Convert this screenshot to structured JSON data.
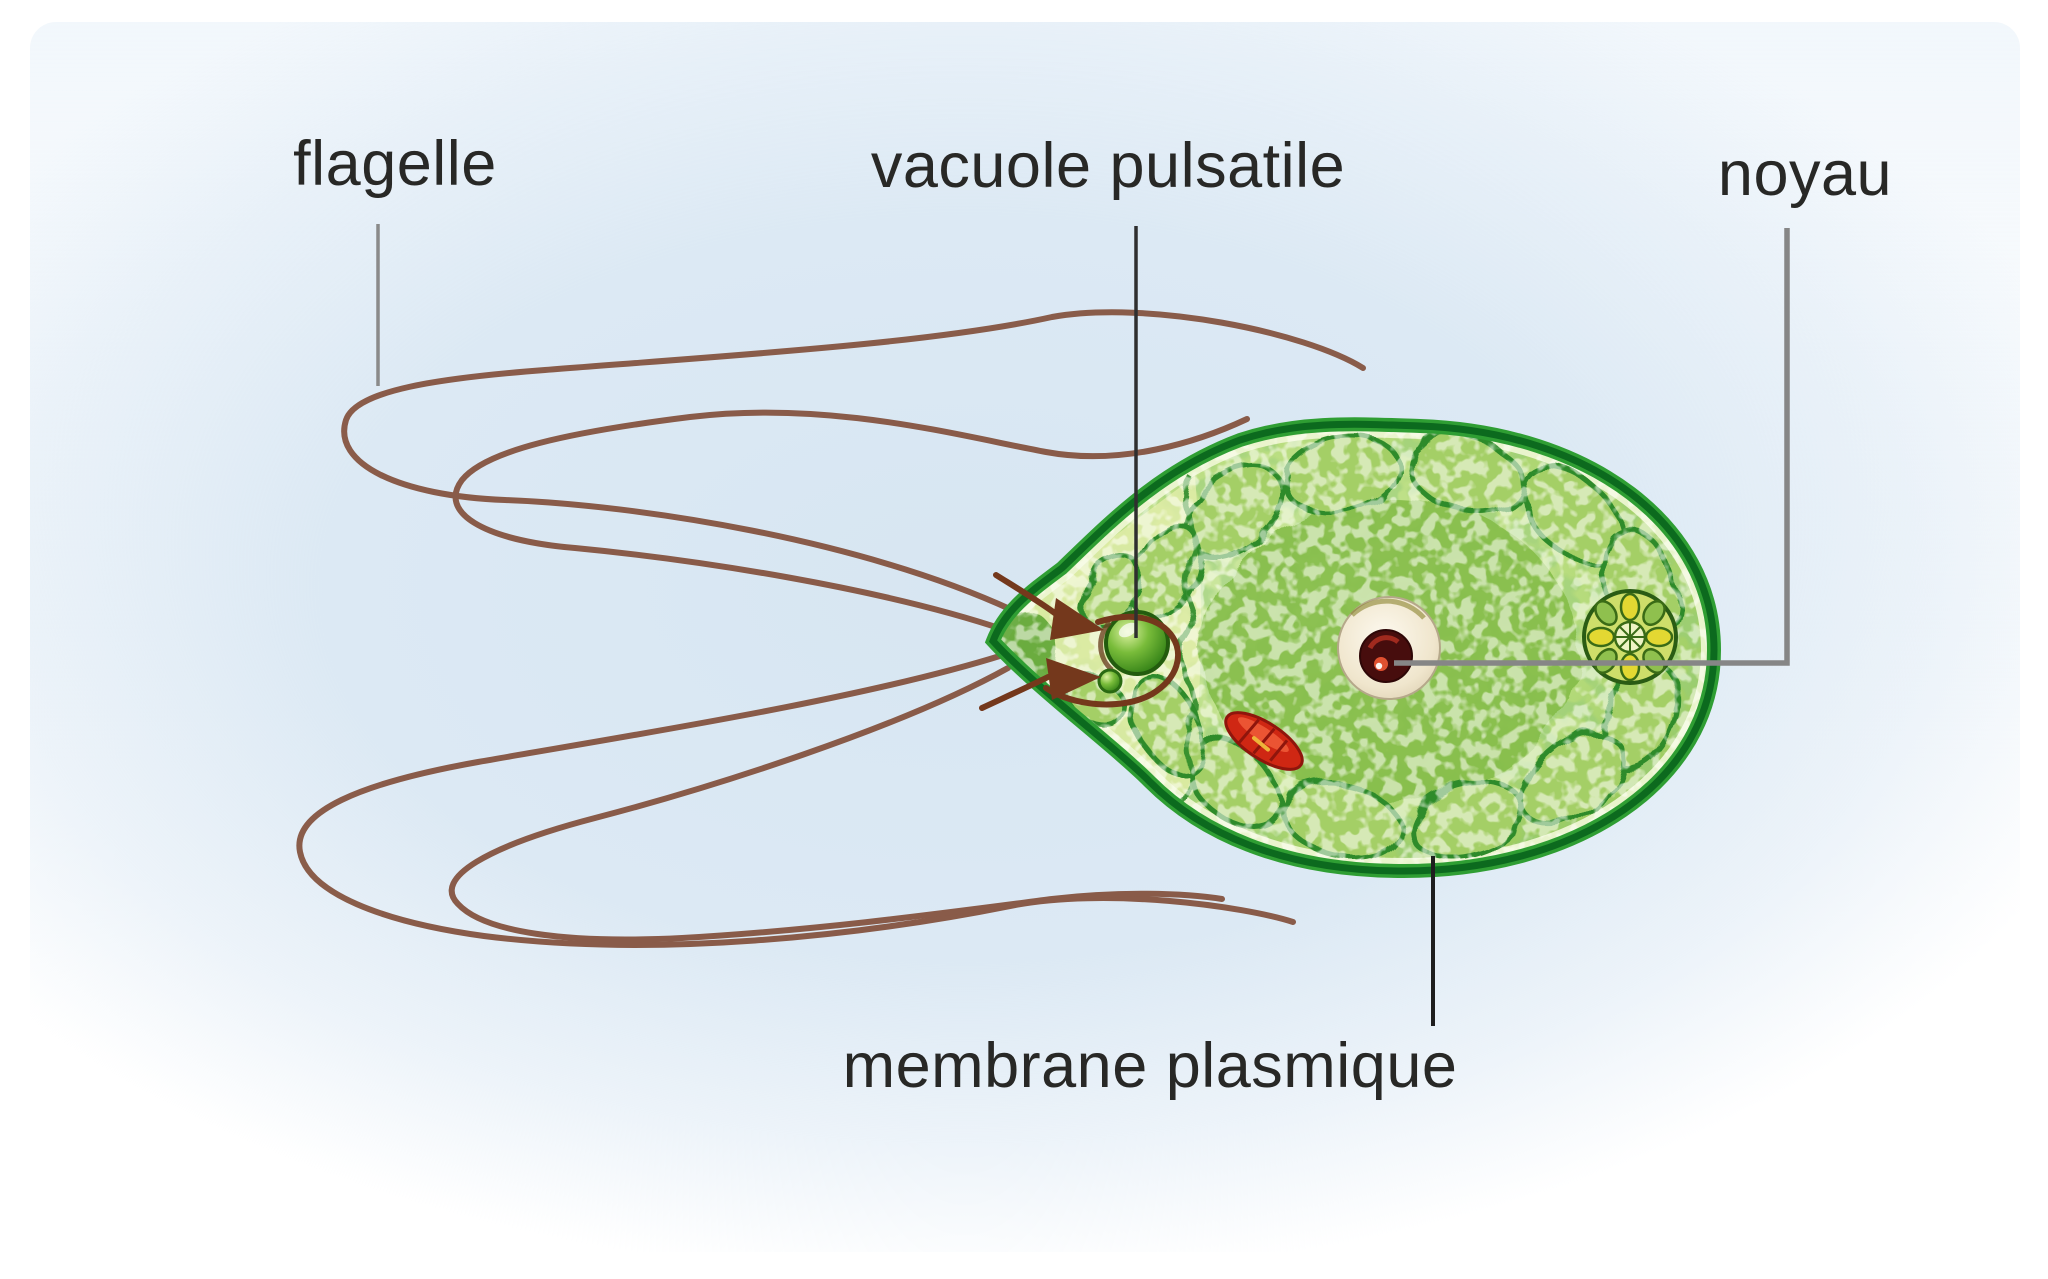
{
  "figure": {
    "type": "biology-cell-diagram",
    "subject": "organisme unicellulaire flagellé (algue verte)",
    "language": "fr"
  },
  "labels": {
    "flagellum": "flagelle",
    "contractile_vacuole": "vacuole pulsatile",
    "nucleus": "noyau",
    "plasma_membrane": "membrane plasmique"
  },
  "palette": {
    "background": "#ffffff",
    "wash_blue": "#dce9f4",
    "flagella_brown": "#855440",
    "arrow_brown": "#74381c",
    "cell_border_green": "#0c6a1e",
    "cell_fill_green": "#b9dd7f",
    "lobe_green": "#a4cf66",
    "inner_band_cream": "#edf5d2",
    "vacuole_green": "#57a82a",
    "nucleus_ring_cream": "#f5edda",
    "nucleus_core_maroon": "#470d0d",
    "nucleus_spot_red": "#e05030",
    "eyespot_red": "#cf2713",
    "pyrenoid_yellow": "#e3d832",
    "label_text": "#282826",
    "leader_dark": "#2a2a2a",
    "leader_gray": "#8a8a8a"
  }
}
